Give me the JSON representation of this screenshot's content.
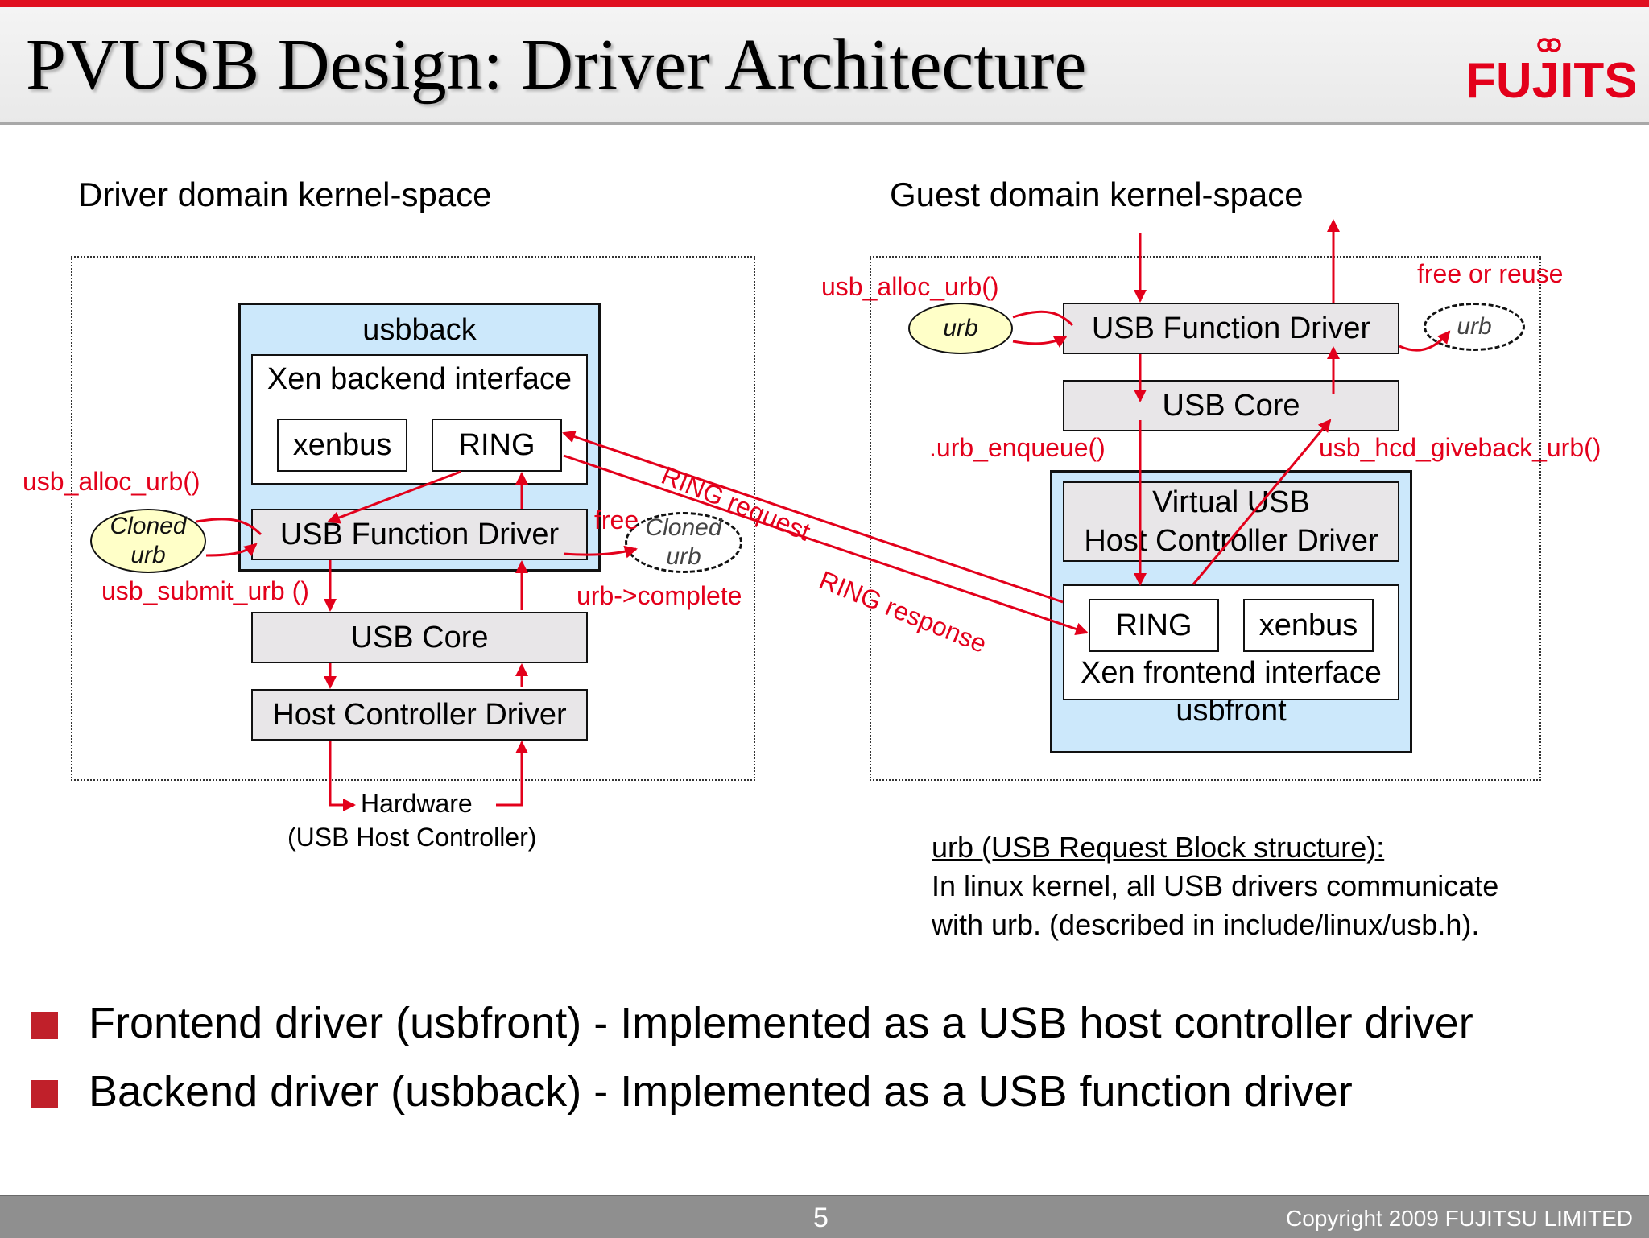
{
  "title": "PVUSB Design: Driver Architecture",
  "logo": {
    "text": "FUJITSU",
    "color": "#e3001b"
  },
  "colors": {
    "accent_red": "#e3001b",
    "box_blue": "#cce8fb",
    "box_grey": "#e8e6e8",
    "note_yellow": "#ffffc8",
    "bullet": "#c0202a"
  },
  "driver_domain": {
    "heading": "Driver domain kernel-space",
    "usbback": {
      "label": "usbback",
      "xen_backend": "Xen backend interface",
      "xenbus": "xenbus",
      "ring": "RING",
      "usb_function_driver": "USB Function Driver"
    },
    "usb_core": "USB Core",
    "host_controller_driver": "Host Controller Driver",
    "hardware": "Hardware",
    "hardware_sub": "(USB Host Controller)",
    "cloned_urb_line1": "Cloned",
    "cloned_urb_line2": "urb",
    "freed_urb_line1": "Cloned",
    "freed_urb_line2": "urb",
    "labels": {
      "alloc": "usb_alloc_urb()",
      "submit": "usb_submit_urb ()",
      "free": "free",
      "complete": "urb->complete"
    }
  },
  "ring_labels": {
    "request": "RING request",
    "response": "RING response"
  },
  "guest_domain": {
    "heading": "Guest domain kernel-space",
    "usb_function_driver": "USB Function Driver",
    "usb_core": "USB Core",
    "usbfront": {
      "label": "usbfront",
      "virtual_hcd_line1": "Virtual USB",
      "virtual_hcd_line2": "Host Controller Driver",
      "ring": "RING",
      "xenbus": "xenbus",
      "xen_frontend": "Xen frontend interface"
    },
    "urb": "urb",
    "freed_urb": "urb",
    "labels": {
      "alloc": "usb_alloc_urb()",
      "free_or_reuse": "free or reuse",
      "enqueue": ".urb_enqueue()",
      "giveback": "usb_hcd_giveback_urb()"
    }
  },
  "note": {
    "heading": "urb (USB Request Block structure):",
    "line1": "In linux kernel, all USB drivers communicate",
    "line2": "with urb. (described in include/linux/usb.h)."
  },
  "bullets": [
    "Frontend driver (usbfront) - Implemented as a USB host controller driver",
    "Backend driver (usbback) - Implemented as a USB function driver"
  ],
  "footer": {
    "page": "5",
    "copyright": "Copyright 2009 FUJITSU LIMITED"
  }
}
